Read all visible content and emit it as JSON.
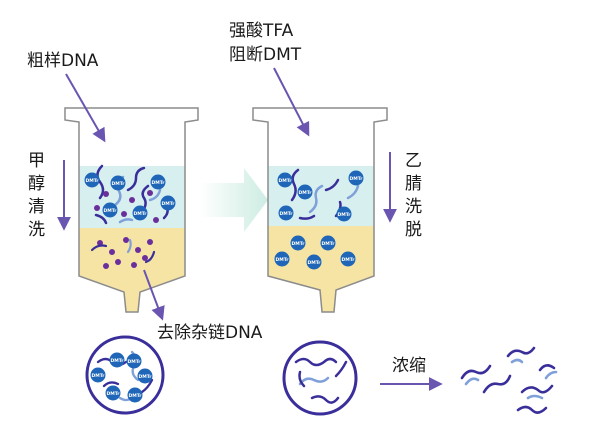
{
  "labels": {
    "crude_dna": "粗样DNA",
    "strong_acid_line1": "强酸TFA",
    "strong_acid_line2": "阻断DMT",
    "methanol_wash": [
      "甲",
      "醇",
      "清",
      "洗"
    ],
    "acetonitrile_elute": [
      "乙",
      "腈",
      "洗",
      "脱"
    ],
    "remove_impurity": "去除杂链DNA",
    "concentrate": "浓缩"
  },
  "dmt_tag": "DMTr",
  "colors": {
    "arrow": "#6a55b0",
    "dna_dark": "#3a2f9a",
    "dna_light": "#7fa0d8",
    "dmt_blue": "#1f66b8",
    "impurity_purple": "#6b2f9c",
    "upper_layer": "#d7f0ef",
    "lower_layer": "#f6e4a4",
    "column_stroke": "#8c8c8c",
    "transition_arrow": "#d4efe8"
  }
}
